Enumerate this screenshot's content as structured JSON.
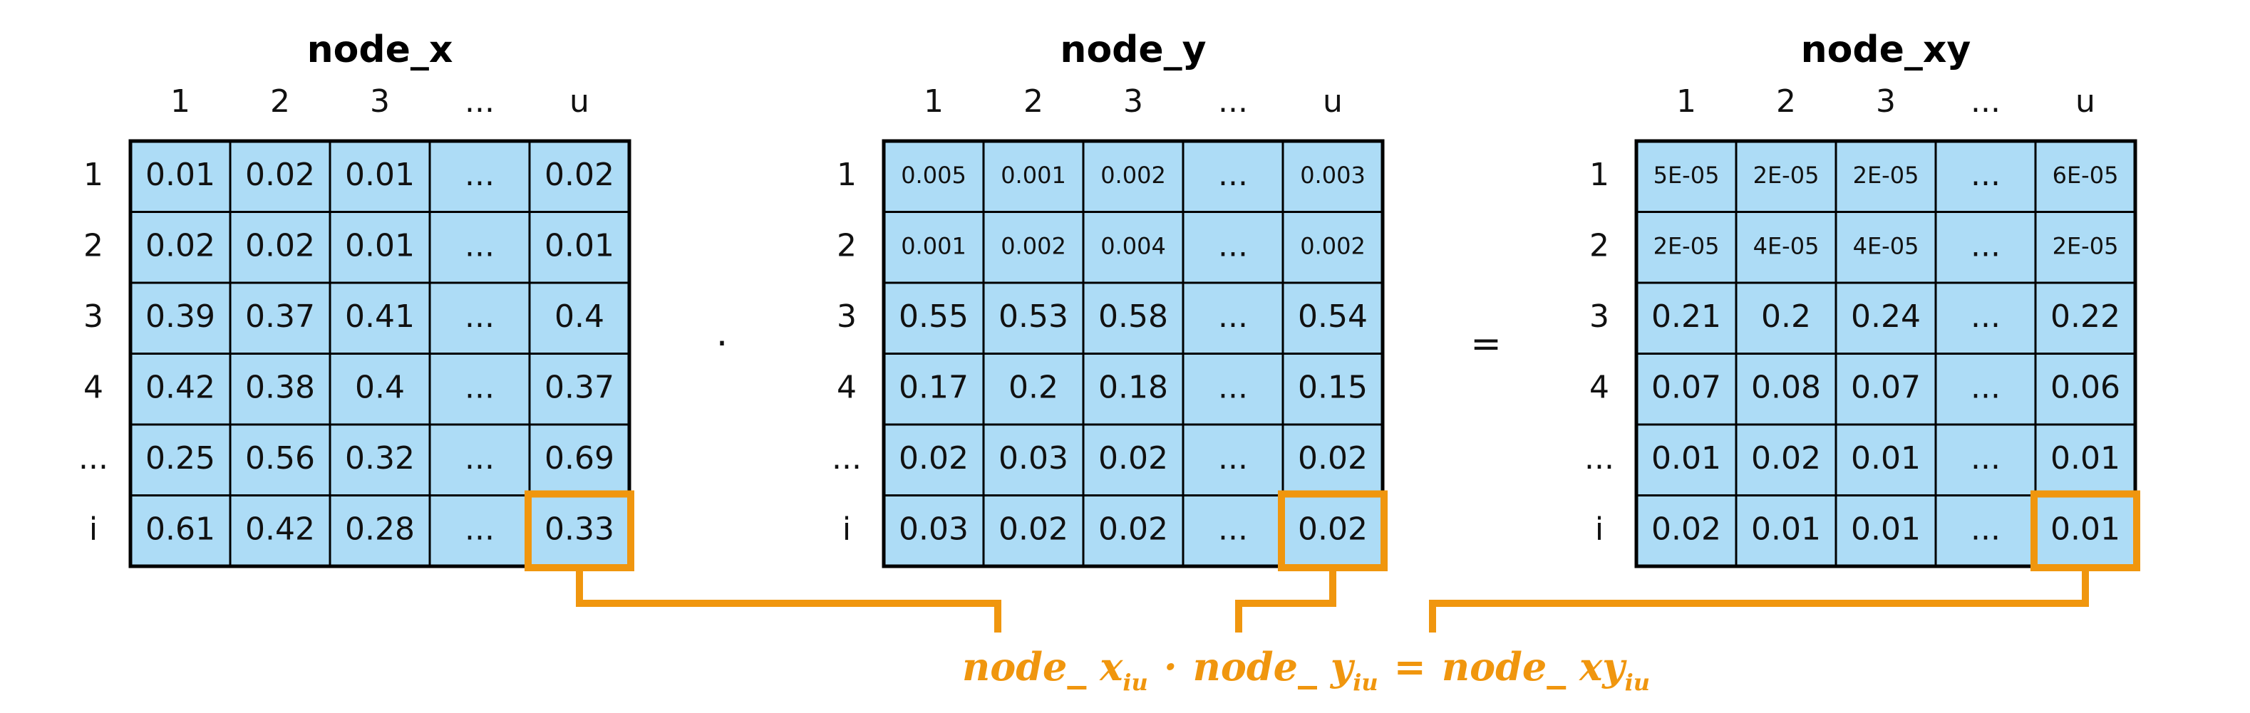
{
  "colors": {
    "cell_fill": "#addcf6",
    "grid_line": "#000000",
    "highlight": "#f0960e",
    "text": "#111111"
  },
  "matrices": [
    {
      "title": "node_x",
      "col_headers": [
        "1",
        "2",
        "3",
        "...",
        "u"
      ],
      "row_headers": [
        "1",
        "2",
        "3",
        "4",
        "...",
        "i"
      ],
      "cells": [
        [
          "0.01",
          "0.02",
          "0.01",
          "...",
          "0.02"
        ],
        [
          "0.02",
          "0.02",
          "0.01",
          "...",
          "0.01"
        ],
        [
          "0.39",
          "0.37",
          "0.41",
          "...",
          "0.4"
        ],
        [
          "0.42",
          "0.38",
          "0.4",
          "...",
          "0.37"
        ],
        [
          "0.25",
          "0.56",
          "0.32",
          "...",
          "0.69"
        ],
        [
          "0.61",
          "0.42",
          "0.28",
          "...",
          "0.33"
        ]
      ],
      "highlight": [
        5,
        4
      ]
    },
    {
      "title": "node_y",
      "col_headers": [
        "1",
        "2",
        "3",
        "...",
        "u"
      ],
      "row_headers": [
        "1",
        "2",
        "3",
        "4",
        "...",
        "i"
      ],
      "cells": [
        [
          "0.005",
          "0.001",
          "0.002",
          "...",
          "0.003"
        ],
        [
          "0.001",
          "0.002",
          "0.004",
          "...",
          "0.002"
        ],
        [
          "0.55",
          "0.53",
          "0.58",
          "...",
          "0.54"
        ],
        [
          "0.17",
          "0.2",
          "0.18",
          "...",
          "0.15"
        ],
        [
          "0.02",
          "0.03",
          "0.02",
          "...",
          "0.02"
        ],
        [
          "0.03",
          "0.02",
          "0.02",
          "...",
          "0.02"
        ]
      ],
      "highlight": [
        5,
        4
      ]
    },
    {
      "title": "node_xy",
      "col_headers": [
        "1",
        "2",
        "3",
        "...",
        "u"
      ],
      "row_headers": [
        "1",
        "2",
        "3",
        "4",
        "...",
        "i"
      ],
      "cells": [
        [
          "5E-05",
          "2E-05",
          "2E-05",
          "...",
          "6E-05"
        ],
        [
          "2E-05",
          "4E-05",
          "4E-05",
          "...",
          "2E-05"
        ],
        [
          "0.21",
          "0.2",
          "0.24",
          "...",
          "0.22"
        ],
        [
          "0.07",
          "0.08",
          "0.07",
          "...",
          "0.06"
        ],
        [
          "0.01",
          "0.02",
          "0.01",
          "...",
          "0.01"
        ],
        [
          "0.02",
          "0.01",
          "0.01",
          "...",
          "0.01"
        ]
      ],
      "highlight": [
        5,
        4
      ]
    }
  ],
  "operators": [
    "·",
    "="
  ],
  "formula": {
    "term1": "node_ x",
    "term1_sub": "iu",
    "dot": "·",
    "term2": "node_ y",
    "term2_sub": "iu",
    "equals": "=",
    "term3": "node_ xy",
    "term3_sub": "iu"
  }
}
